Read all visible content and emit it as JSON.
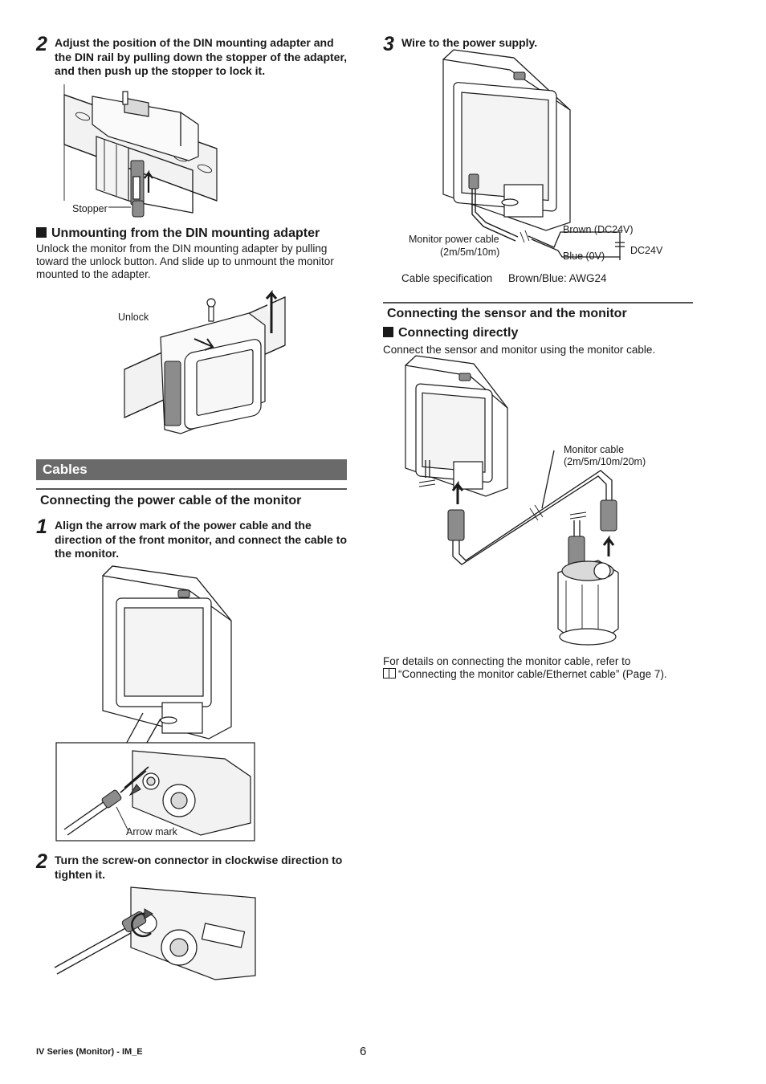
{
  "left": {
    "step2a": {
      "num": "2",
      "text": "Adjust the position of the DIN mounting adapter and the DIN rail by pulling down the stopper of the adapter, and then push up the stopper to lock it."
    },
    "fig1_label": "Stopper",
    "unmount": {
      "heading": "Unmounting from the DIN mounting adapter",
      "body": "Unlock the monitor from the DIN mounting adapter by pulling toward the unlock button. And slide up to unmount the monitor mounted to the adapter."
    },
    "fig2_label": "Unlock",
    "section_title": "Cables",
    "subsection_title": "Connecting the power cable of the monitor",
    "step1": {
      "num": "1",
      "text": "Align the arrow mark of the power cable and the direction of the front monitor, and connect the cable to the monitor."
    },
    "fig3_label": "Arrow mark",
    "step2b": {
      "num": "2",
      "text": "Turn the screw-on connector in clockwise direction to tighten it."
    }
  },
  "right": {
    "step3": {
      "num": "3",
      "text": "Wire to the power supply."
    },
    "fig_power": {
      "cable_label_1": "Monitor power cable",
      "cable_label_2": "(2m/5m/10m)",
      "brown": "Brown (DC24V)",
      "blue": "Blue (0V)",
      "dc": "DC24V"
    },
    "cable_spec_label": "Cable specification",
    "cable_spec_value": "Brown/Blue: AWG24",
    "subsection_title": "Connecting the sensor and the monitor",
    "direct": {
      "heading": "Connecting directly",
      "body": "Connect the sensor and monitor using the monitor cable."
    },
    "fig_sensor": {
      "cable_label_1": "Monitor cable",
      "cable_label_2": "(2m/5m/10m/20m)"
    },
    "details_line1": "For details on connecting the monitor cable, refer to",
    "details_line2": "“Connecting the monitor cable/Ethernet cable” (Page 7)."
  },
  "footer": {
    "doc": "IV Series (Monitor) - IM_E",
    "page": "6"
  }
}
